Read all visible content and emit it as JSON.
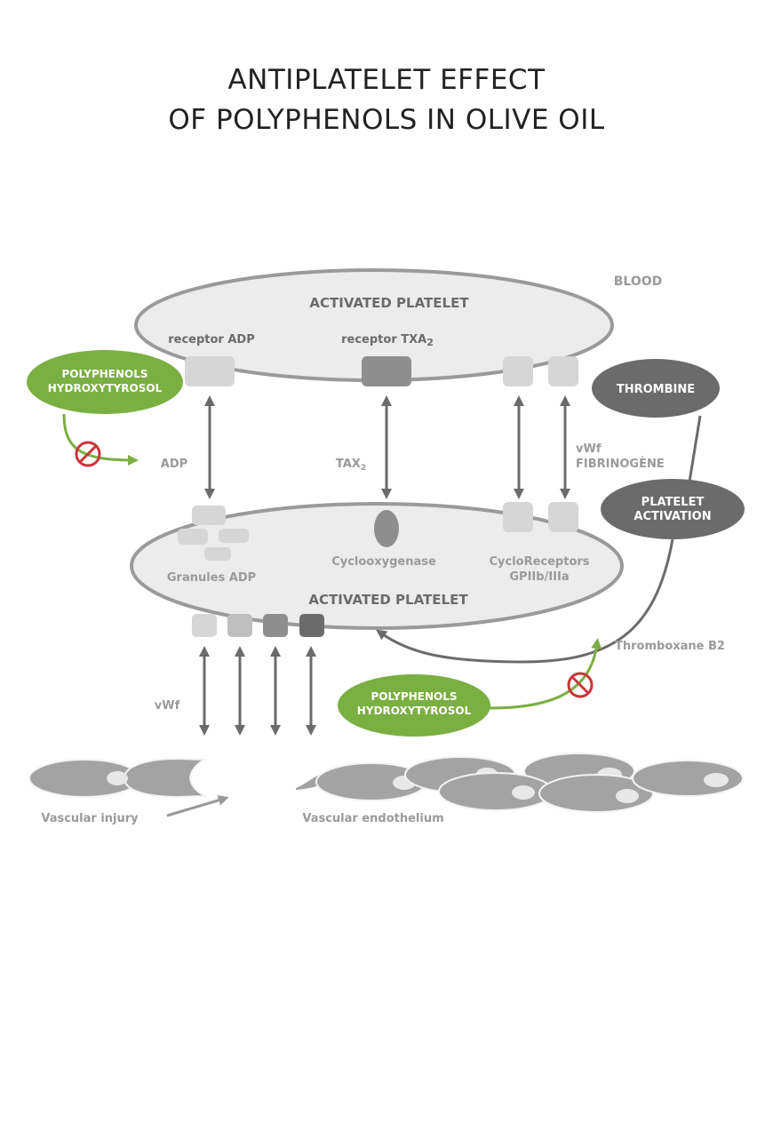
{
  "title": {
    "line1": "ANTIPLATELET EFFECT",
    "line2": "OF POLYPHENOLS IN OLIVE OIL"
  },
  "colors": {
    "green": "#7aaf42",
    "dark_gray": "#6b6b6b",
    "mid_gray": "#8e8e8e",
    "light_gray": "#d6d6d6",
    "platelet_fill": "#ececec",
    "inhibit_red": "#c8363a",
    "label_gray": "#9a9a9a"
  },
  "labels": {
    "blood": "BLOOD",
    "top_platelet": "ACTIVATED PLATELET",
    "receptor_adp": "receptor ADP",
    "receptor_txa2_base": "receptor TXA",
    "receptor_txa2_sub": "2",
    "adp": "ADP",
    "tax2_base": "TAX",
    "tax2_sub": "2",
    "vwf_top": "vWf",
    "fibrinogene": "FIBRINOGÈNE",
    "granules_adp": "Granules ADP",
    "cyclooxygenase": "Cyclooxygenase",
    "cycloreceptors": "CycloReceptors",
    "gpiib": "GPIIb/IIIa",
    "bottom_platelet": "ACTIVATED PLATELET",
    "thromboxane_b2": "Thromboxane B2",
    "vwf_bottom": "vWf",
    "vascular_injury": "Vascular injury",
    "vascular_endothelium": "Vascular endothelium"
  },
  "nodes": {
    "polyphenols_top": {
      "line1": "POLYPHENOLS",
      "line2": "HYDROXYTYROSOL"
    },
    "polyphenols_bottom": {
      "line1": "POLYPHENOLS",
      "line2": "HYDROXYTYROSOL"
    },
    "thrombine": "THROMBINE",
    "platelet_activation": {
      "line1": "PLATELET",
      "line2": "ACTIVATION"
    }
  }
}
